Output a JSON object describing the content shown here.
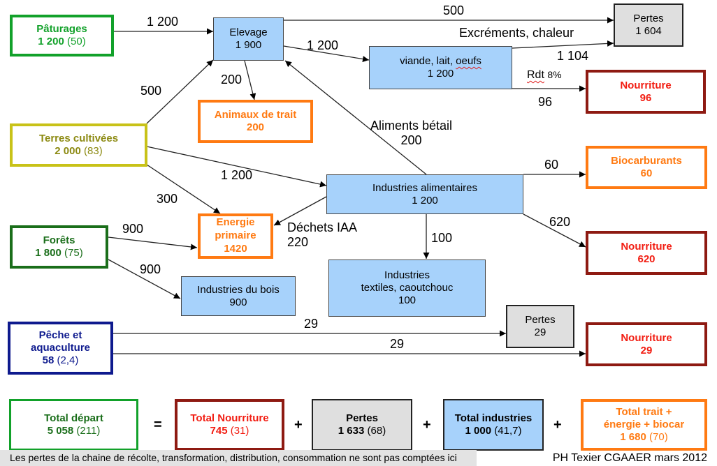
{
  "colors": {
    "pasture_green": "#12a12a",
    "cultivated_olive": "#c8c218",
    "cultivated_text": "#8c8a12",
    "forest_green": "#1a6e1a",
    "fishing_blue": "#0e1a8e",
    "industry_blue": "#a7d2fb",
    "loss_grey": "#dfdfdf",
    "food_red": "#f21d12",
    "food_border": "#8e1a12",
    "energy_orange": "#ff7a12"
  },
  "sources": {
    "paturages": {
      "title": "Pâturages",
      "value": "1 200",
      "sub": "(50)"
    },
    "terres": {
      "title": "Terres cultivées",
      "value": "2 000",
      "sub": "(83)"
    },
    "forets": {
      "title": "Forêts",
      "value": "1 800",
      "sub": "(75)"
    },
    "peche": {
      "title1": "Pêche et",
      "title2": "aquaculture",
      "value": "58",
      "sub": "(2,4)"
    }
  },
  "nodes": {
    "elevage": {
      "title": "Elevage",
      "value": "1 900"
    },
    "viande": {
      "title": "viande, lait, oeufs",
      "value": "1 200"
    },
    "pertes_top": {
      "title": "Pertes",
      "value": "1 604"
    },
    "nourriture_96": {
      "title": "Nourriture",
      "value": "96"
    },
    "animaux": {
      "title": "Animaux de trait",
      "value": "200"
    },
    "iaa": {
      "title": "Industries alimentaires",
      "value": "1 200"
    },
    "biocarb": {
      "title": "Biocarburants",
      "value": "60"
    },
    "energie": {
      "title1": "Energie",
      "title2": "primaire",
      "value": "1420"
    },
    "nourriture_620": {
      "title": "Nourriture",
      "value": "620"
    },
    "textiles": {
      "title1": "Industries",
      "title2": "textiles, caoutchouc",
      "value": "100"
    },
    "bois": {
      "title": "Industries du bois",
      "value": "900"
    },
    "pertes_29": {
      "title": "Pertes",
      "value": "29"
    },
    "nourriture_29": {
      "title": "Nourriture",
      "value": "29"
    }
  },
  "flows": {
    "paturages_elevage": "1 200",
    "elevage_pertes": "500",
    "excrements": "Excréments, chaleur",
    "elevage_viande": "1 200",
    "viande_pertes": "1 104",
    "rdt_word": "Rdt",
    "rdt_pct": "8%",
    "viande_nourriture": "96",
    "terres_elevage": "500",
    "elevage_animaux": "200",
    "aliments_betail": "Aliments bétail",
    "aliments_betail_value": "200",
    "terres_iaa": "1 200",
    "terres_energie": "300",
    "iaa_biocarb": "60",
    "iaa_nourriture": "620",
    "dechets_iaa": "Déchets IAA",
    "dechets_iaa_value": "220",
    "iaa_textiles": "100",
    "forets_energie": "900",
    "forets_bois": "900",
    "peche_pertes": "29",
    "peche_nourriture": "29"
  },
  "totals": {
    "depart": {
      "title": "Total départ",
      "value": "5 058",
      "sub": "(211)"
    },
    "nourriture": {
      "title": "Total Nourriture",
      "value": "745",
      "sub": "(31)"
    },
    "pertes": {
      "title": "Pertes",
      "value": "1 633",
      "sub": "(68)"
    },
    "industries": {
      "title": "Total industries",
      "value": "1 000",
      "sub": "(41,7)"
    },
    "trait": {
      "title1": "Total trait +",
      "title2": "énergie + biocar",
      "value": "1 680",
      "sub": "(70)"
    },
    "equals": "=",
    "plus": "+"
  },
  "footnote": "Les pertes de la chaine de récolte, transformation, distribution, consommation ne sont pas comptées ici",
  "credit": "PH Texier CGAAER mars 2012"
}
